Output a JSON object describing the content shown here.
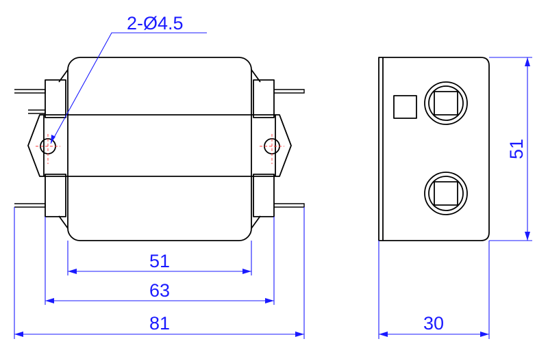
{
  "colors": {
    "outline": "#000000",
    "dimension": "#1a1aff",
    "centerline": "#ff3333",
    "background": "#ffffff"
  },
  "front_view": {
    "hole_callout": "2-Ø4.5",
    "dim_body_width": "51",
    "dim_mount_spacing": "63",
    "dim_overall_width": "81"
  },
  "side_view": {
    "dim_height": "51",
    "dim_depth": "30"
  }
}
